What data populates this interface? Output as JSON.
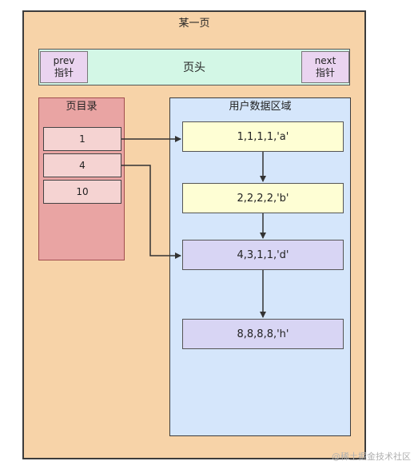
{
  "page": {
    "title": "某一页"
  },
  "header": {
    "label": "页头",
    "prev": {
      "line1": "prev",
      "line2": "指针"
    },
    "next": {
      "line1": "next",
      "line2": "指针"
    }
  },
  "directory": {
    "title": "页目录",
    "slots": [
      "1",
      "4",
      "10"
    ]
  },
  "user_area": {
    "title": "用户数据区域",
    "records": [
      "1,1,1,1,'a'",
      "2,2,2,2,'b'",
      "4,3,1,1,'d'",
      "8,8,8,8,'h'"
    ]
  },
  "colors": {
    "page_bg": "#f7d3a8",
    "header_bg": "#d3f7e6",
    "pointer_bg": "#ead4f0",
    "directory_bg": "#e9a4a3",
    "user_area_bg": "#d5e6fb",
    "record_yellow": "#fefed4",
    "record_purple": "#d8d5f4"
  },
  "watermark": "@稀土掘金技术社区"
}
